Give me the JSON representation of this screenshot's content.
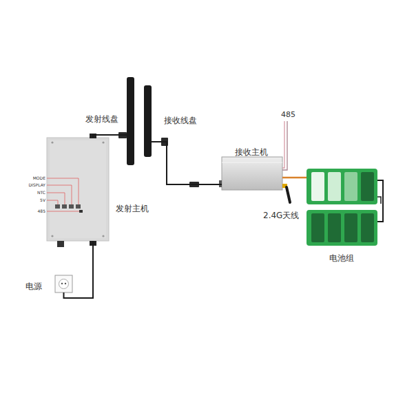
{
  "diagram": {
    "nodes": [
      {
        "text": [
          "发射主机"
        ]
      },
      {
        "text": [
          "发射线盘"
        ]
      },
      {
        "text": [
          "接收线盘"
        ]
      },
      {
        "text": [
          "接收主机"
        ]
      },
      {
        "text": [
          "电池组"
        ]
      },
      {
        "text": [
          "电源"
        ]
      }
    ],
    "edges": [
      {
        "from": 5,
        "to": 0,
        "arrow": "none"
      },
      {
        "from": 0,
        "to": 1,
        "arrow": "none"
      },
      {
        "from": 2,
        "to": 3,
        "arrow": "none"
      },
      {
        "from": 3,
        "to": 4,
        "arrow": "none"
      }
    ],
    "labels": [
      "MODE",
      "DISPLAY",
      "NTC",
      "5V",
      "485",
      "485",
      "2.4G天线"
    ]
  }
}
